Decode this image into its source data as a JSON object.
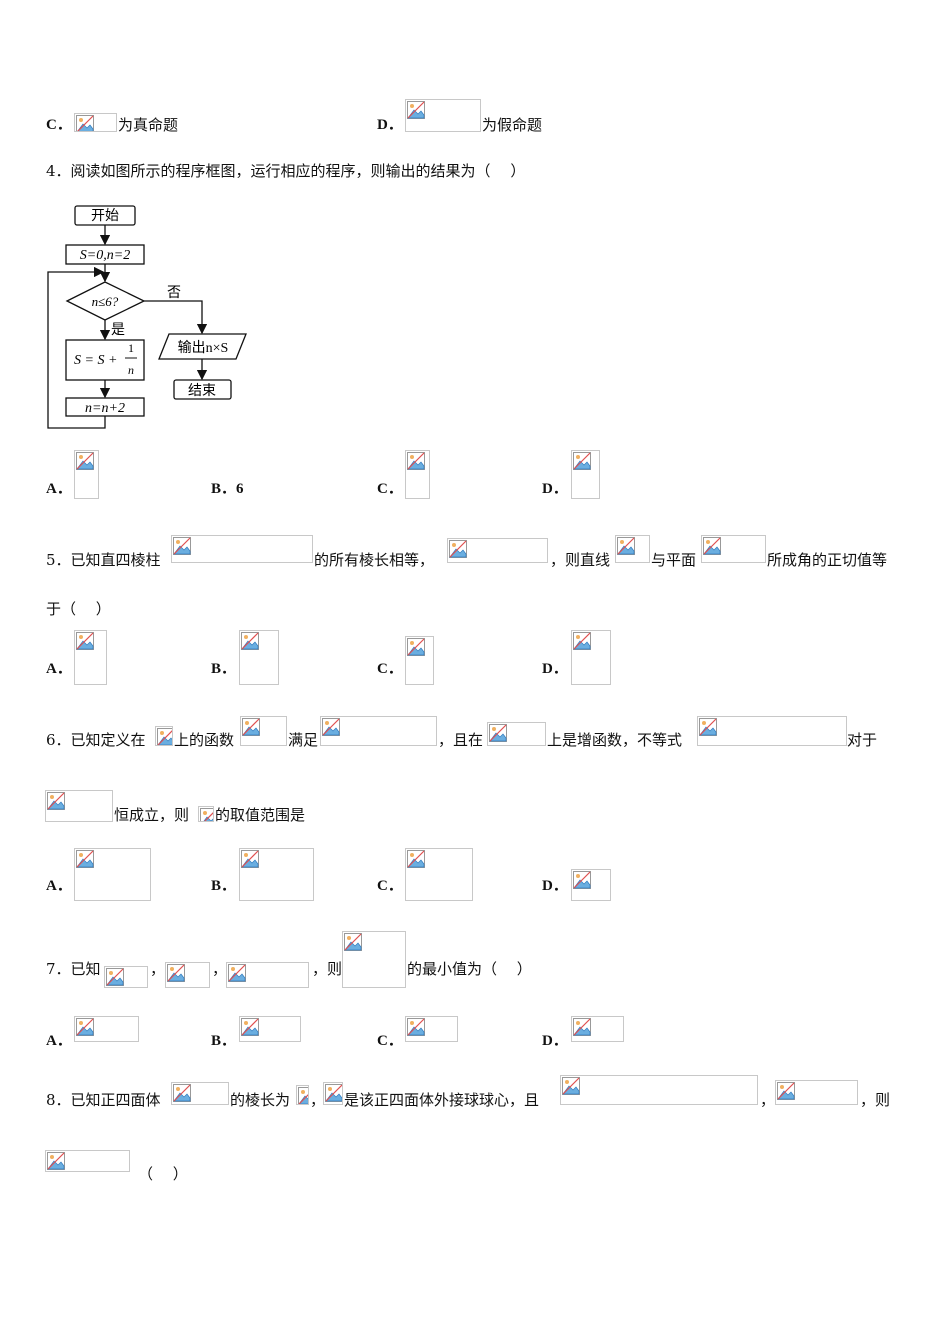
{
  "q3": {
    "c_label": "C．",
    "c_text": "为真命题",
    "d_label": "D．",
    "d_text": "为假命题"
  },
  "q4": {
    "stem": "4．阅读如图所示的程序框图，运行相应的程序，则输出的结果为（　 ）",
    "flow": {
      "start": "开始",
      "init": "S=0,n=2",
      "cond": "n≤6?",
      "no": "否",
      "yes": "是",
      "update_s": "S = S +",
      "frac_num": "1",
      "frac_den": "n",
      "update_n": "n=n+2",
      "output": "输出n×S",
      "end": "结束"
    },
    "options": {
      "a": "A．",
      "b": "B．6",
      "c": "C．",
      "d": "D．"
    }
  },
  "q5": {
    "p1": "5．已知直四棱柱",
    "p2": "的所有棱长相等，",
    "p3": "，则直线",
    "p4": "与平面",
    "p5": "所成角的正切值等",
    "p6": "于（　 ）",
    "options": {
      "a": "A．",
      "b": "B．",
      "c": "C．",
      "d": "D．"
    }
  },
  "q6": {
    "p1": "6．已知定义在",
    "p2": "上的函数",
    "p3": "满足",
    "p4": "，且在",
    "p5": "上是增函数，不等式",
    "p6": "对于",
    "p7": "恒成立，则",
    "p8": "的取值范围是",
    "options": {
      "a": "A．",
      "b": "B．",
      "c": "C．",
      "d": "D．"
    }
  },
  "q7": {
    "p1": "7．已知",
    "p2": "，",
    "p3": "，",
    "p4": "，则",
    "p5": "的最小值为（　 ）",
    "options": {
      "a": "A．",
      "b": "B．",
      "c": "C．",
      "d": "D．"
    }
  },
  "q8": {
    "p1": "8．已知正四面体",
    "p2": "的棱长为",
    "p3": "，",
    "p4": "是该正四面体外接球球心，且",
    "p5": "，",
    "p6": "，则",
    "p7": "（　 ）"
  }
}
